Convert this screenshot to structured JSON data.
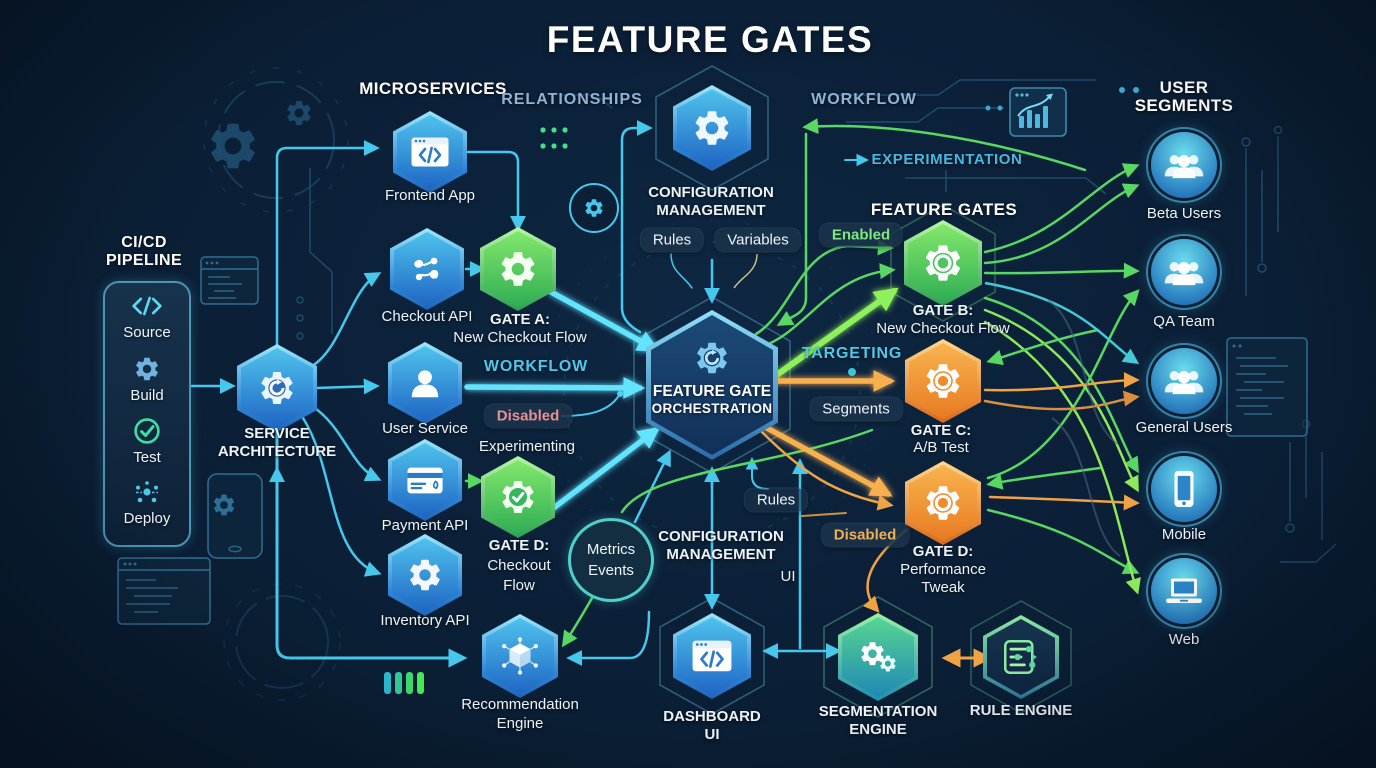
{
  "title": "FEATURE GATES",
  "labels": {
    "microservices": "MICROSERVICES",
    "relationships": "RELATIONSHIPS",
    "workflow_top": "WORKFLOW",
    "experimentation": "EXPERIMENTATION",
    "feature_gates_section": "FEATURE GATES",
    "user_segments_line1": "USER",
    "user_segments_line2": "SEGMENTS",
    "cicd_line1": "CI/CD",
    "cicd_line2": "PIPELINE",
    "workflow_mid": "WORKFLOW",
    "targeting": "TARGETING",
    "config_mgmt_bottom_line1": "CONFIGURATION",
    "config_mgmt_bottom_line2": "MANAGEMENT",
    "ui": "UI"
  },
  "pipeline": {
    "steps": [
      {
        "label": "Source"
      },
      {
        "label": "Build"
      },
      {
        "label": "Test"
      },
      {
        "label": "Deploy"
      }
    ]
  },
  "nodes": {
    "service_architecture": {
      "line1": "SERVICE",
      "line2": "ARCHITECTURE"
    },
    "frontend_app": {
      "label": "Frontend App"
    },
    "checkout_api": {
      "label": "Checkout API"
    },
    "user_service": {
      "label": "User Service"
    },
    "payment_api": {
      "label": "Payment API"
    },
    "inventory_api": {
      "label": "Inventory API"
    },
    "recommendation_engine": {
      "line1": "Recommendation",
      "line2": "Engine"
    },
    "config_management_top": {
      "line1": "CONFIGURATION",
      "line2": "MANAGEMENT"
    },
    "orchestration": {
      "line1": "FEATURE GATE",
      "line2": "ORCHESTRATION"
    },
    "gate_a": {
      "line1": "GATE A:",
      "line2": "New Checkout Flow"
    },
    "gate_b": {
      "line1": "GATE B:",
      "line2": "New Checkout Flow"
    },
    "gate_c": {
      "line1": "GATE C:",
      "line2": "A/B Test"
    },
    "gate_d_left": {
      "line1": "GATE D:",
      "line2": "Checkout",
      "line3": "Flow"
    },
    "gate_d_right": {
      "line1": "GATE D:",
      "line2": "Performance",
      "line3": "Tweak"
    },
    "dashboard_ui": {
      "line1": "DASHBOARD",
      "line2": "UI"
    },
    "segmentation_engine": {
      "line1": "SEGMENTATION",
      "line2": "ENGINE"
    },
    "rule_engine": {
      "label": "RULE ENGINE"
    },
    "metrics_events": {
      "line1": "Metrics",
      "line2": "Events"
    }
  },
  "segments": [
    {
      "label": "Beta Users"
    },
    {
      "label": "QA Team"
    },
    {
      "label": "General Users"
    },
    {
      "label": "Mobile"
    },
    {
      "label": "Web"
    }
  ],
  "pills": {
    "rules_top": "Rules",
    "variables": "Variables",
    "enabled": "Enabled",
    "disabled_mid": "Disabled",
    "experimenting": "Experimenting",
    "segments": "Segments",
    "rules_right": "Rules",
    "disabled_right": "Disabled"
  },
  "colors": {
    "background": "#0a1c31",
    "cyan": "#4fd4f4",
    "green": "#62e06a",
    "orange": "#f2a23e",
    "label_blue": "#8fb4d4"
  }
}
